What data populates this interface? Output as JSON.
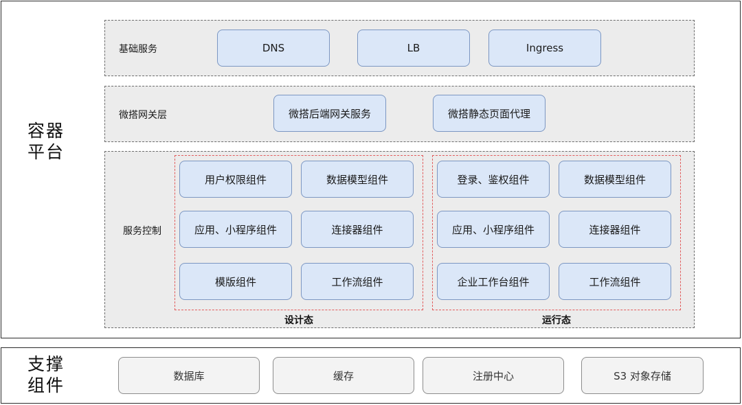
{
  "platform": {
    "label_line1": "容器",
    "label_line2": "平台",
    "layers": {
      "base": {
        "label": "基础服务",
        "items": [
          "DNS",
          "LB",
          "Ingress"
        ]
      },
      "gateway": {
        "label": "微搭网关层",
        "items": [
          "微搭后端网关服务",
          "微搭静态页面代理"
        ]
      },
      "control": {
        "label": "服务控制",
        "design": {
          "caption": "设计态",
          "items": [
            "用户权限组件",
            "数据模型组件",
            "应用、小程序组件",
            "连接器组件",
            "模版组件",
            "工作流组件"
          ]
        },
        "runtime": {
          "caption": "运行态",
          "items": [
            "登录、鉴权组件",
            "数据模型组件",
            "应用、小程序组件",
            "连接器组件",
            "企业工作台组件",
            "工作流组件"
          ]
        }
      }
    }
  },
  "support": {
    "label_line1": "支撑",
    "label_line2": "组件",
    "items": [
      "数据库",
      "缓存",
      "注册中心",
      "S3 对象存储"
    ]
  },
  "colors": {
    "component_fill": "#dbe7f8",
    "component_border": "#7b96c2",
    "layer_fill": "#ececec",
    "group_border": "#e25b5b",
    "support_fill": "#f3f3f3"
  }
}
